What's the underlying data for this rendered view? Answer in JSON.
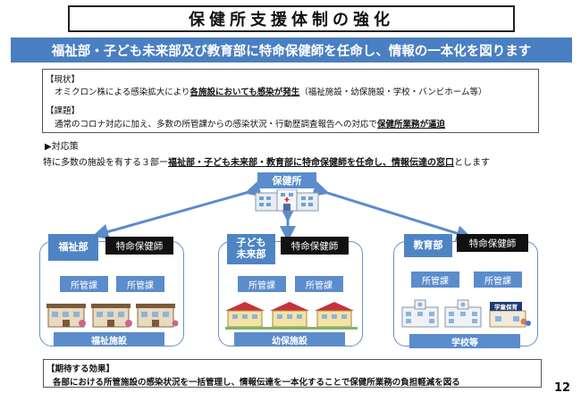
{
  "title": "保健所支援体制の強化",
  "banner": "福祉部・子ども未来部及び教育部に特命保健師を任命し、情報の一本化を図ります",
  "status": {
    "current_label": "【現状】",
    "current_pre": "オミクロン株による感染拡大により",
    "current_emph": "各施設においても感染が発生",
    "current_post": "（福祉施設・幼保施設・学校・バンビホーム等）",
    "issue_label": "【課題】",
    "issue_pre": "通常のコロナ対応に加え、多数の所管課からの感染状況・行動歴調査報告への対応で",
    "issue_emph": "保健所業務が逼迫"
  },
  "policy_label": "▶対応策",
  "policy": {
    "pre": "特に多数の施設を有する３部ー",
    "emph": "福祉部・子ども未来部・教育部に特命保健師を任命し、情報伝達の窓口",
    "post": "とします"
  },
  "hokenjo": "保健所",
  "groups": [
    {
      "dept": "福祉部",
      "nurse": "特命保健師",
      "sub1": "所管課",
      "sub2": "所管課",
      "footer": "福祉施設"
    },
    {
      "dept": "子ども未来部",
      "dept_line1": "子ども",
      "dept_line2": "未来部",
      "nurse": "特命保健師",
      "sub1": "所管課",
      "sub2": "所管課",
      "footer": "幼保施設"
    },
    {
      "dept": "教育部",
      "nurse": "特命保健師",
      "sub1": "所管課",
      "sub2": "所管課",
      "footer": "学校等",
      "sign": "学童保育"
    }
  ],
  "effect": {
    "label": "【期待する効果】",
    "text": "各部における所管施設の感染状況を一括管理し、情報伝達を一本化することで保健所業務の負担軽減を図る"
  },
  "page_number": "12",
  "colors": {
    "banner": "#4a7fc1",
    "box": "#5b8ccb",
    "dept": "#4f84c4",
    "arrow": "#5b8ccb"
  }
}
